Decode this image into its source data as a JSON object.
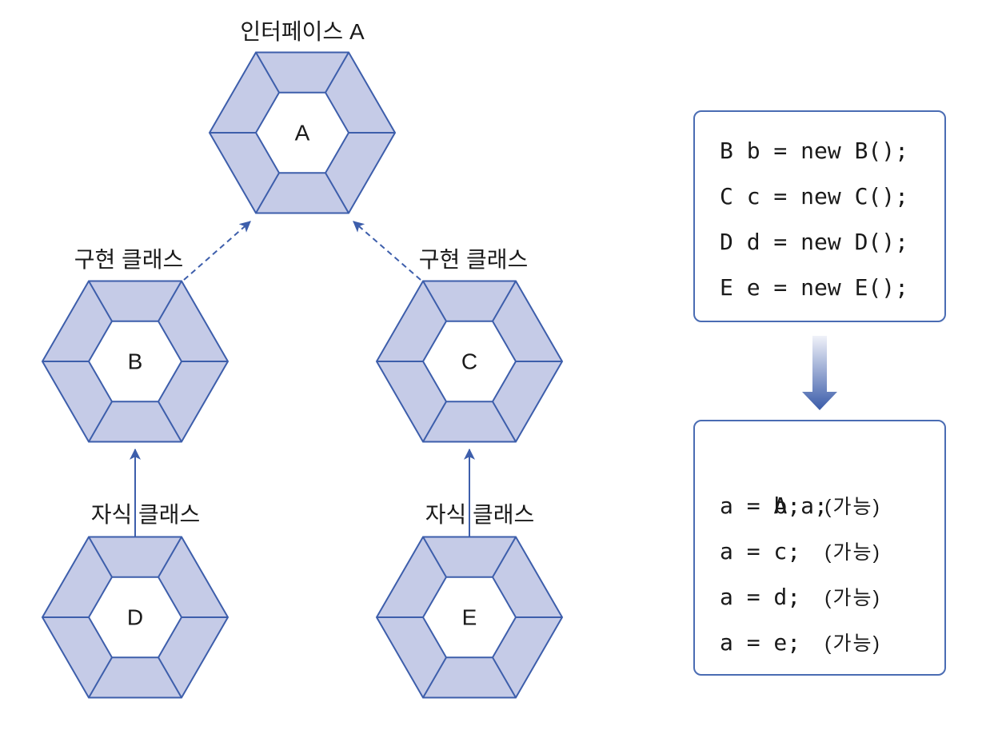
{
  "diagram": {
    "title": "인터페이스 A",
    "nodes": [
      {
        "label": "A"
      },
      {
        "label": "B"
      },
      {
        "label": "C"
      },
      {
        "label": "D"
      },
      {
        "label": "E"
      }
    ],
    "group_labels": {
      "implementation_left": "구현 클래스",
      "implementation_right": "구현 클래스",
      "child_left": "자식 클래스",
      "child_right": "자식 클래스"
    },
    "edges": [
      {
        "from": "B",
        "to": "A",
        "dashed": true
      },
      {
        "from": "C",
        "to": "A",
        "dashed": true
      },
      {
        "from": "D",
        "to": "B",
        "dashed": false
      },
      {
        "from": "E",
        "to": "C",
        "dashed": false
      }
    ]
  },
  "code": {
    "declarations": [
      "B b = new B();",
      "C c = new C();",
      "D d = new D();",
      "E e = new E();"
    ],
    "assignments": [
      {
        "code": "A a;",
        "note": ""
      },
      {
        "code": "a = b;",
        "note": "(가능)"
      },
      {
        "code": "a = c;",
        "note": "(가능)"
      },
      {
        "code": "a = d;",
        "note": "(가능)"
      },
      {
        "code": "a = e;",
        "note": "(가능)"
      }
    ]
  },
  "colors": {
    "hexagon_fill": "#c5cbe7",
    "hexagon_core": "#ffffff",
    "line": "#3d5eab",
    "box_border": "#4a6cb3",
    "arrow_light": "#f0f2f9",
    "arrow_dark": "#3a5ba9"
  }
}
